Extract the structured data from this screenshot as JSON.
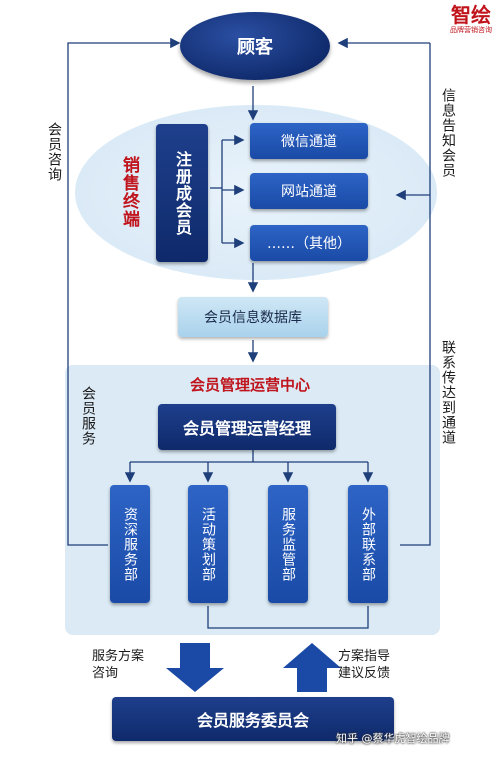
{
  "brand": {
    "name": "智绘",
    "tagline": "品牌营销咨询"
  },
  "nodes": {
    "customer": "顾客",
    "register": "注册成会员",
    "sales_terminal": "销售终端",
    "channels": [
      "微信通道",
      "网站通道",
      "……（其他）"
    ],
    "database": "会员信息数据库",
    "ops_center": "会员管理运营中心",
    "ops_manager": "会员管理运营经理",
    "departments": [
      "资深服务部",
      "活动策划部",
      "服务监管部",
      "外部联系部"
    ],
    "committee": "会员服务委员会"
  },
  "side_labels": {
    "left_top": "会员咨询",
    "left_bottom": "会员服务",
    "right_top": "信息告知会员",
    "right_bottom": "联系传达到通道"
  },
  "bottom_labels": {
    "down": "服务方案\n咨询",
    "up": "方案指导\n建议反馈"
  },
  "watermark": "知乎 @蔡华虎智绘品牌",
  "colors": {
    "navy": "#0f2a6b",
    "blue": "#1a4aa6",
    "light_panel": "#dbeaf5",
    "accent_red": "#c0141c"
  }
}
